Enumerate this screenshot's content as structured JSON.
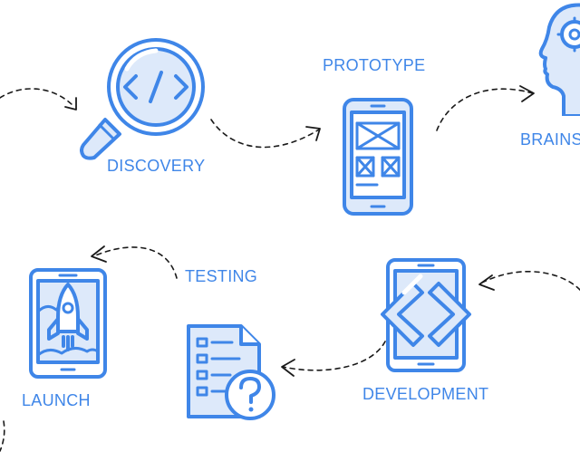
{
  "diagram": {
    "steps": [
      {
        "id": "discovery",
        "label": "DISCOVERY",
        "icon": "magnifier-code-icon"
      },
      {
        "id": "prototype",
        "label": "PROTOTYPE",
        "icon": "phone-wireframe-icon"
      },
      {
        "id": "brainstorm",
        "label": "BRAINS",
        "icon": "head-gears-icon"
      },
      {
        "id": "development",
        "label": "DEVELOPMENT",
        "icon": "tablet-code-icon"
      },
      {
        "id": "testing",
        "label": "TESTING",
        "icon": "document-question-icon"
      },
      {
        "id": "launch",
        "label": "LAUNCH",
        "icon": "phone-rocket-icon"
      }
    ],
    "colors": {
      "outline": "#3f86e8",
      "fill": "#dde9fa",
      "arrow": "#1a1a1a",
      "background": "#ffffff"
    }
  }
}
